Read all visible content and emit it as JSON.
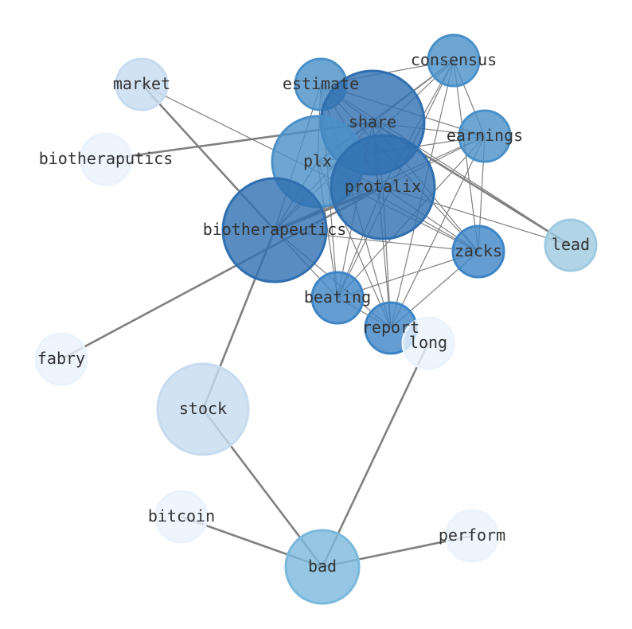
{
  "graph": {
    "type": "network",
    "nodes": [
      {
        "id": "consensus",
        "color": "#4a90c8"
      },
      {
        "id": "estimate",
        "color": "#4a90c8"
      },
      {
        "id": "market",
        "color": "#c6dbef"
      },
      {
        "id": "share",
        "color": "#2f6fb0"
      },
      {
        "id": "earnings",
        "color": "#4a90c8"
      },
      {
        "id": "biotheraputics",
        "color": "#eaf3fd"
      },
      {
        "id": "plx",
        "color": "#4a90c8"
      },
      {
        "id": "protalix",
        "color": "#2f6fb0"
      },
      {
        "id": "biotherapeutics",
        "color": "#2f6fb0"
      },
      {
        "id": "lead",
        "color": "#9ecae1"
      },
      {
        "id": "zacks",
        "color": "#3d85c6"
      },
      {
        "id": "beating",
        "color": "#3d85c6"
      },
      {
        "id": "report",
        "color": "#3d85c6"
      },
      {
        "id": "long",
        "color": "#eaf3fd"
      },
      {
        "id": "fabry",
        "color": "#eaf3fd"
      },
      {
        "id": "stock",
        "color": "#c6dbef"
      },
      {
        "id": "bitcoin",
        "color": "#eaf3fd"
      },
      {
        "id": "perform",
        "color": "#eaf3fd"
      },
      {
        "id": "bad",
        "color": "#7ab8dc"
      }
    ],
    "cluster": [
      "consensus",
      "estimate",
      "share",
      "earnings",
      "plx",
      "protalix",
      "biotherapeutics",
      "zacks",
      "beating",
      "report"
    ],
    "edges": [
      {
        "s": "market",
        "t": "biotherapeutics",
        "w": 2
      },
      {
        "s": "market",
        "t": "zacks",
        "w": 1
      },
      {
        "s": "biotheraputics",
        "t": "share",
        "w": 2
      },
      {
        "s": "fabry",
        "t": "protalix",
        "w": 2
      },
      {
        "s": "biotherapeutics",
        "t": "protalix",
        "w": 3
      },
      {
        "s": "stock",
        "t": "biotherapeutics",
        "w": 2
      },
      {
        "s": "stock",
        "t": "bad",
        "w": 2
      },
      {
        "s": "bitcoin",
        "t": "bad",
        "w": 2
      },
      {
        "s": "perform",
        "t": "bad",
        "w": 2
      },
      {
        "s": "long",
        "t": "bad",
        "w": 2
      },
      {
        "s": "lead",
        "t": "share",
        "w": 2
      },
      {
        "s": "lead",
        "t": "protalix",
        "w": 1
      },
      {
        "s": "lead",
        "t": "estimate",
        "w": 1
      }
    ]
  }
}
